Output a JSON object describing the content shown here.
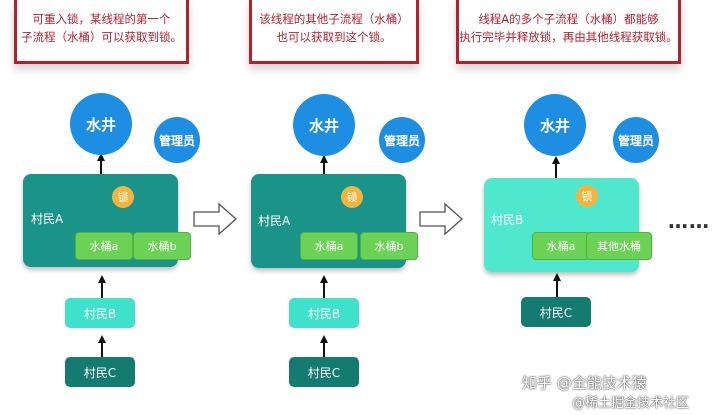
{
  "notes": [
    {
      "line1": "可重入锁，某线程的第一个",
      "line2": "子流程（水桶）可以获取到锁。"
    },
    {
      "line1": "该线程的其他子流程（水桶）",
      "line2": "也可以获取到这个锁。"
    },
    {
      "line1": "线程A的多个子流程（水桶）都能够",
      "line2": "执行完毕并释放锁，再由其他线程获取锁。"
    }
  ],
  "panels": [
    {
      "well": "水井",
      "manager": "管理员",
      "lock": "锁",
      "villager": "村民A",
      "bucket1": "水桶a",
      "bucket2": "水桶b",
      "next": "村民B",
      "last": "村民C"
    },
    {
      "well": "水井",
      "manager": "管理员",
      "lock": "锁",
      "villager": "村民A",
      "bucket1": "水桶a",
      "bucket2": "水桶b",
      "next": "村民B",
      "last": "村民C"
    },
    {
      "well": "水井",
      "manager": "管理员",
      "lock": "锁",
      "villager": "村民B",
      "bucket1": "水桶a",
      "bucket2": "其他水桶",
      "next": "村民C"
    }
  ],
  "ellipsis": "……",
  "watermark": {
    "line1": "知乎 @全能技术猿",
    "line2": "@稀土掘金技术社区"
  },
  "colors": {
    "note_border": "#b4212d",
    "well": "#1d8ee1",
    "lock": "#f3b43e",
    "holder_dark": "#1a9488",
    "holder_light": "#50e7cf",
    "bucket": "#6bd255"
  }
}
